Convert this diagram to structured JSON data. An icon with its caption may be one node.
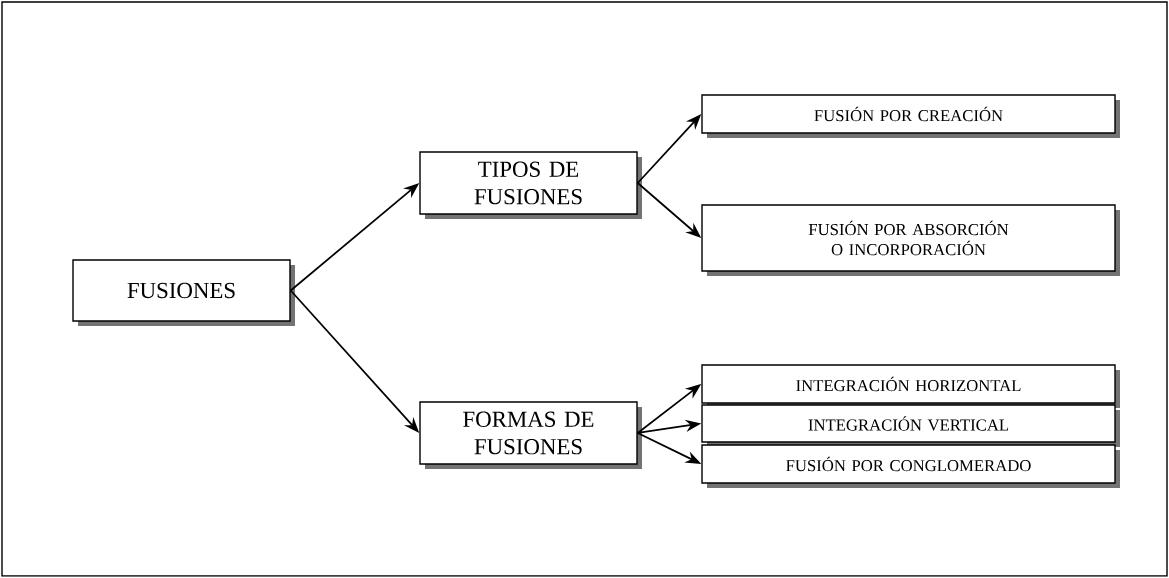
{
  "diagram": {
    "nodes": [
      {
        "text": [
          "FUSIONES"
        ]
      },
      {
        "text": [
          "TIPOS DE FUSIONES"
        ]
      },
      {
        "text": [
          "FORMAS DE FUSIONES"
        ]
      },
      {
        "text": [
          "FUSIÓN POR CREACIÓN"
        ]
      },
      {
        "text": [
          "FUSIÓN POR ABSORCIÓN O INCORPORACIÓN"
        ]
      },
      {
        "text": [
          "INTEGRACIÓN HORIZONTAL"
        ]
      },
      {
        "text": [
          "INTEGRACIÓN VERTICAL"
        ]
      },
      {
        "text": [
          "FUSIÓN POR CONGLOMERADO"
        ]
      }
    ],
    "edges": [
      {
        "from": 0,
        "to": 1,
        "arrow": "to"
      },
      {
        "from": 0,
        "to": 2,
        "arrow": "to"
      },
      {
        "from": 1,
        "to": 3,
        "arrow": "to"
      },
      {
        "from": 1,
        "to": 4,
        "arrow": "to"
      },
      {
        "from": 2,
        "to": 5,
        "arrow": "to"
      },
      {
        "from": 2,
        "to": 6,
        "arrow": "to"
      },
      {
        "from": 2,
        "to": 7,
        "arrow": "to"
      }
    ]
  }
}
